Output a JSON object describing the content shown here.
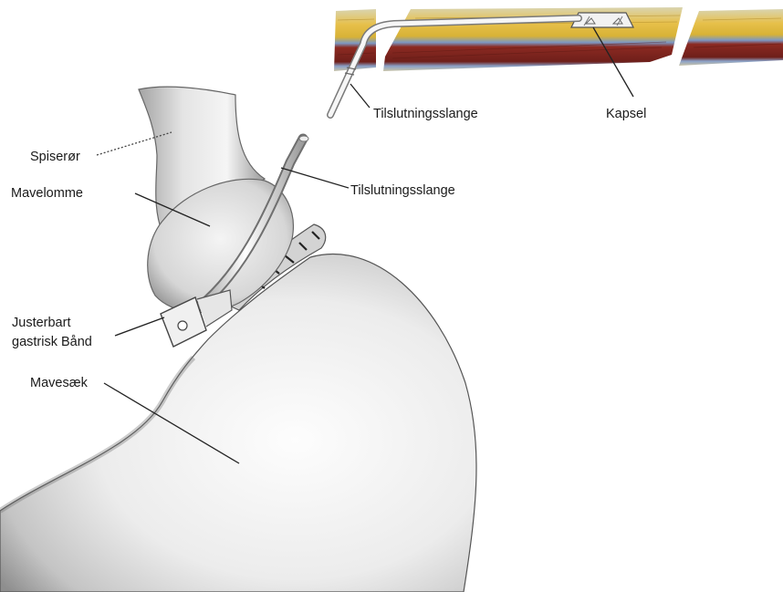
{
  "labels": {
    "tube_top": "Tilslutningsslange",
    "capsule": "Kapsel",
    "esophagus": "Spiserør",
    "tube_side": "Tilslutningsslange",
    "pouch": "Mavelomme",
    "band_line1": "Justerbart",
    "band_line2": "gastrisk Bånd",
    "stomach": "Mavesæk"
  },
  "colors": {
    "skin_yellow": "#e2bd3a",
    "fat_blue": "#7c98c4",
    "muscle_red": "#8c2a22",
    "organ_shade": "#9c9c9c",
    "organ_light": "#f4f4f4"
  }
}
